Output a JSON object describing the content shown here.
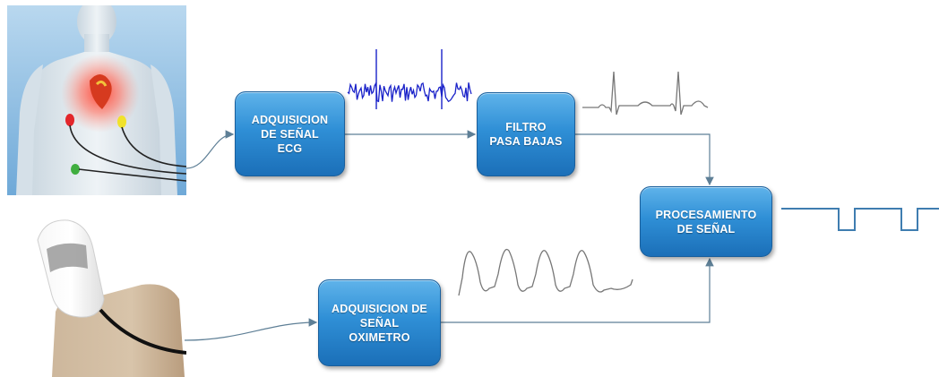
{
  "blocks": {
    "ecg_acquisition": {
      "lines": [
        "ADQUISICION",
        "DE SEÑAL",
        "ECG"
      ]
    },
    "lowpass_filter": {
      "lines": [
        "FILTRO",
        "PASA BAJAS"
      ]
    },
    "signal_processing": {
      "lines": [
        "PROCESAMIENTO",
        "DE SEÑAL"
      ]
    },
    "oximeter_acquisition": {
      "lines": [
        "ADQUISICION DE",
        "SEÑAL",
        "OXIMETRO"
      ]
    }
  },
  "colors": {
    "block_top": "#5fb3ea",
    "block_bottom": "#1b6fb8",
    "arrow": "#5e7f96",
    "raw_ecg": "#1a22c9",
    "waveform": "#777777"
  },
  "images": {
    "ecg_photo": "human-torso-with-heart-and-ecg-electrodes",
    "oximeter_photo": "finger-pulse-oximeter-probe"
  }
}
